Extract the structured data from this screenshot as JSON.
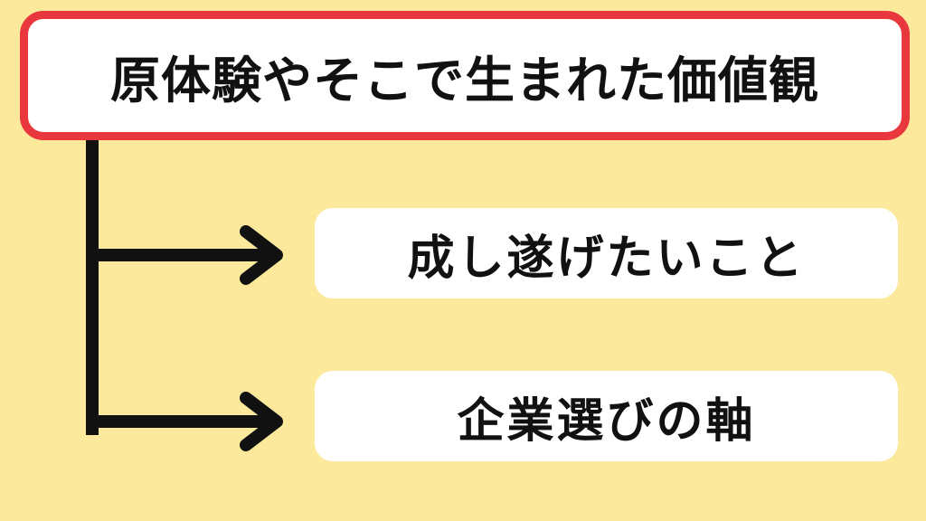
{
  "diagram": {
    "root": {
      "label": "原体験やそこで生まれた価値観"
    },
    "children": [
      {
        "label": "成し遂げたいこと"
      },
      {
        "label": "企業選びの軸"
      }
    ]
  },
  "colors": {
    "background": "#fde99c",
    "root_border": "#e8373d",
    "box_fill": "#ffffff",
    "connector": "#111111",
    "text": "#111111"
  }
}
